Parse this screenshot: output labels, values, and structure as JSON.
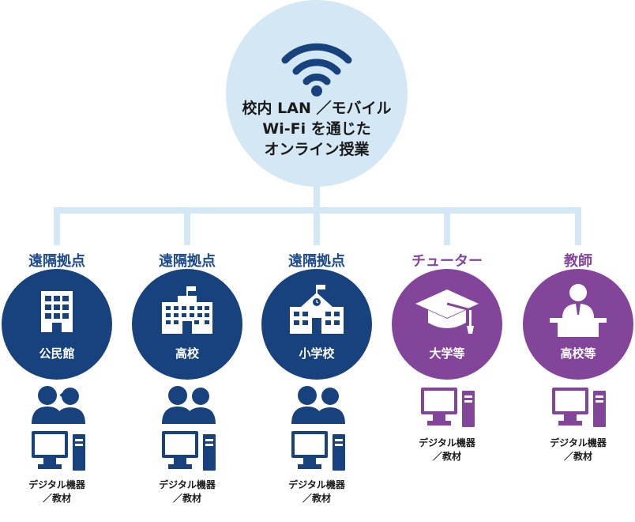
{
  "hub": {
    "lines": [
      "校内 LAN ／モバイル",
      "Wi-Fi を通じた",
      "オンライン授業"
    ],
    "icon": "wifi-icon"
  },
  "nodes": [
    {
      "title": "遠隔拠点",
      "label": "公民館",
      "icon": "office-building-icon",
      "color": "blue",
      "has_people": true,
      "caption": [
        "デジタル機器",
        "／教材"
      ]
    },
    {
      "title": "遠隔拠点",
      "label": "高校",
      "icon": "high-school-building-icon",
      "color": "blue",
      "has_people": true,
      "caption": [
        "デジタル機器",
        "／教材"
      ]
    },
    {
      "title": "遠隔拠点",
      "label": "小学校",
      "icon": "elementary-school-building-icon",
      "color": "blue",
      "has_people": true,
      "caption": [
        "デジタル機器",
        "／教材"
      ]
    },
    {
      "title": "チューター",
      "label": "大学等",
      "icon": "graduation-cap-icon",
      "color": "purple",
      "has_people": false,
      "caption": [
        "デジタル機器",
        "／教材"
      ]
    },
    {
      "title": "教師",
      "label": "高校等",
      "icon": "teacher-podium-icon",
      "color": "purple",
      "has_people": false,
      "caption": [
        "デジタル機器",
        "／教材"
      ]
    }
  ],
  "colors": {
    "navy": "#17427e",
    "purple": "#82459a",
    "hub": "#d3e7f4",
    "connector": "#d3e7f4"
  }
}
